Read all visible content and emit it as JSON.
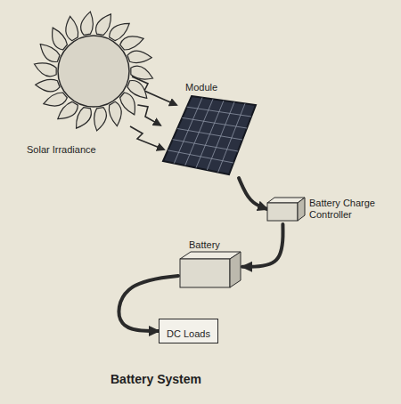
{
  "diagram": {
    "title": "Battery System",
    "nodes": [
      {
        "text": [
          "Solar Irradiance"
        ]
      },
      {
        "text": [
          "Module"
        ]
      },
      {
        "text": [
          "Battery Charge Controller"
        ]
      },
      {
        "text": [
          "Battery"
        ]
      },
      {
        "text": [
          "DC Loads"
        ]
      }
    ],
    "edges": [
      {
        "from": 0,
        "to": 1,
        "arrow": "to"
      },
      {
        "from": 1,
        "to": 2,
        "arrow": "to"
      },
      {
        "from": 2,
        "to": 3,
        "arrow": "to"
      },
      {
        "from": 3,
        "to": 4,
        "arrow": "to"
      }
    ]
  }
}
